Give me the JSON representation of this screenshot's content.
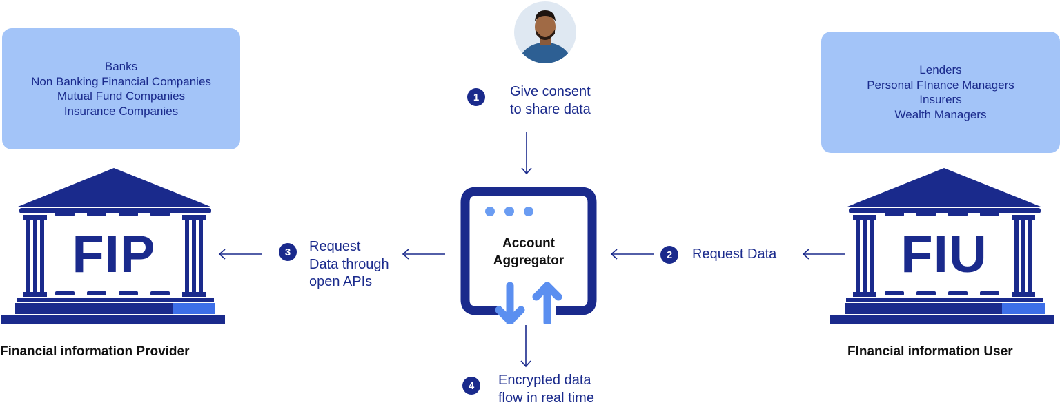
{
  "fip": {
    "label": "FIP",
    "caption": "Financial information Provider",
    "entities": [
      "Banks",
      "Non Banking Financial Companies",
      "Mutual Fund Companies",
      "Insurance Companies"
    ]
  },
  "fiu": {
    "label": "FIU",
    "caption": "FInancial information User",
    "entities": [
      "Lenders",
      "Personal FInance Managers",
      "Insurers",
      "Wealth Managers"
    ]
  },
  "aggregator": {
    "line1": "Account",
    "line2": "Aggregator"
  },
  "steps": [
    {
      "number": "1",
      "lines": [
        "Give consent",
        "to share data"
      ]
    },
    {
      "number": "2",
      "lines": [
        "Request Data"
      ]
    },
    {
      "number": "3",
      "lines": [
        "Request",
        "Data through",
        "open APIs"
      ]
    },
    {
      "number": "4",
      "lines": [
        "Encrypted data",
        "flow in real time"
      ]
    }
  ],
  "colors": {
    "navy": "#1a2a8c",
    "lightBlue": "#a3c4f8",
    "arrowBlue": "#5b8ff0"
  }
}
